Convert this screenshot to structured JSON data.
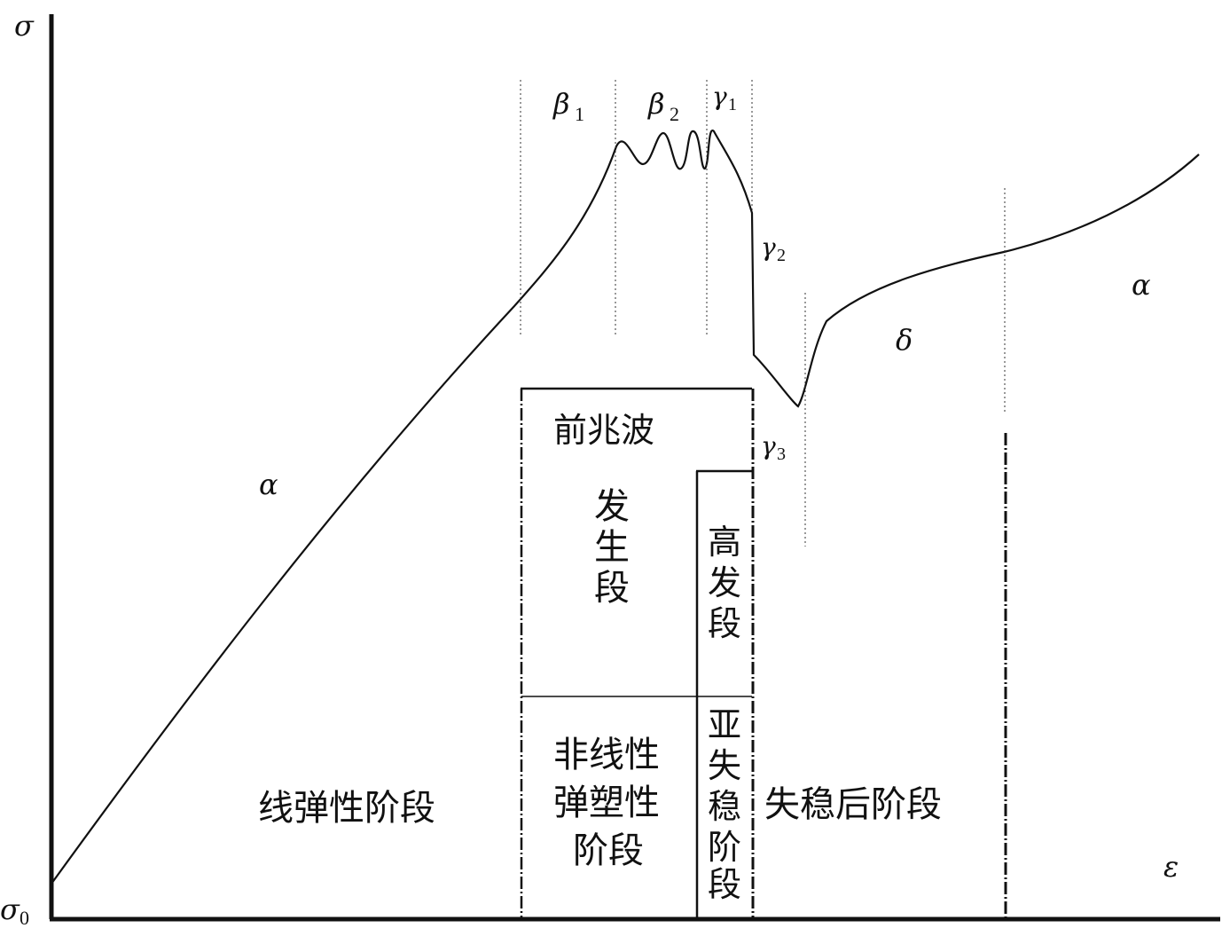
{
  "axes": {
    "y_label": "σ",
    "x_label": "ε",
    "origin_label": "σ",
    "origin_subscript": "0"
  },
  "curve_labels": {
    "alpha_left": "α",
    "alpha_right": "α",
    "delta": "δ",
    "beta1": "β",
    "beta1_sub": "1",
    "beta2": "β",
    "beta2_sub": "2",
    "gamma1": "γ",
    "gamma1_sub": "1",
    "gamma2": "γ",
    "gamma2_sub": "2",
    "gamma3": "γ",
    "gamma3_sub": "3"
  },
  "stages": {
    "linear_elastic": "线弹性阶段",
    "precursor_wave": "前兆波",
    "occurrence_line1": "发",
    "occurrence_line2": "生",
    "occurrence_line3": "段",
    "high_line1": "高",
    "high_line2": "发",
    "high_line3": "段",
    "nonlinear_line1": "非线性",
    "nonlinear_line2": "弹塑性",
    "nonlinear_line3": "阶段",
    "sub_line1": "亚",
    "sub_line2": "失",
    "sub_line3": "稳",
    "sub_line4": "阶",
    "sub_line5": "段",
    "post_instability": "失稳后阶段"
  }
}
